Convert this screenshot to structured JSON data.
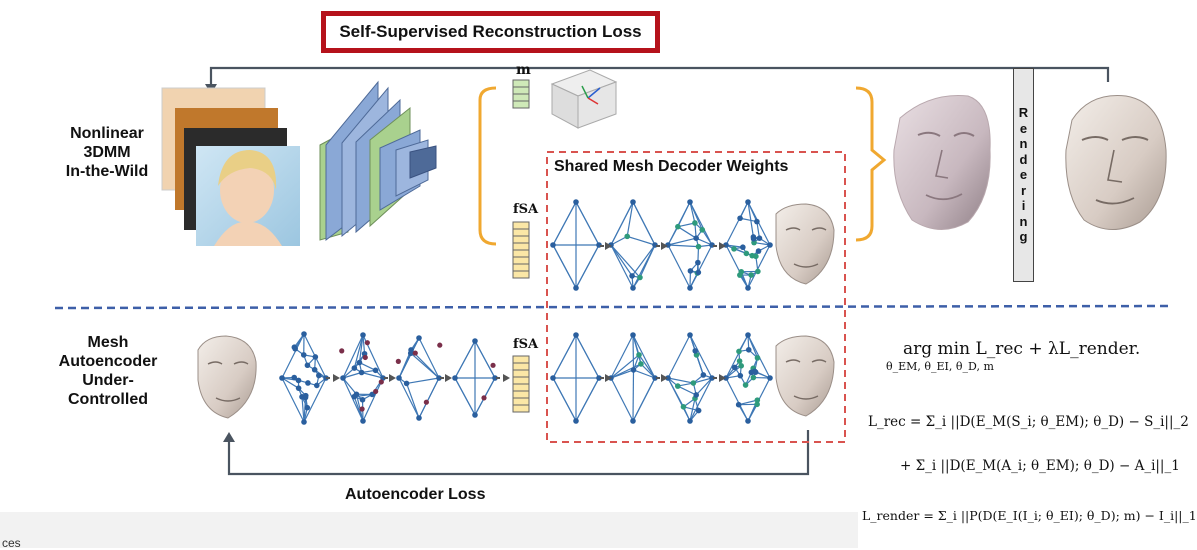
{
  "title_box": "Self-Supervised Reconstruction Loss",
  "labels": {
    "top": [
      "Nonlinear",
      "3DMM",
      "In-the-Wild"
    ],
    "bottom": [
      "Mesh",
      "Autoencoder",
      "Under-",
      "Controlled"
    ],
    "shared_decoder": "Shared Mesh Decoder Weights",
    "autoencoder_loss": "Autoencoder Loss",
    "rendering": [
      "R",
      "e",
      "n",
      "d",
      "e",
      "r",
      "i",
      "n",
      "g"
    ],
    "m_symbol": "m",
    "f_symbol_top": "fSA",
    "f_symbol_bottom": "fSA"
  },
  "equations": {
    "objective_main": "arg min   L_rec + λL_render.",
    "objective_sub": "θ_EM, θ_EI, θ_D, m",
    "lrec_line1": "L_rec = Σ_i ||D(E_M(S_i; θ_EM); θ_D) − S_i||_2",
    "lrec_line2": "+ Σ_i ||D(E_M(A_i; θ_EM); θ_D) − A_i||_1",
    "lrender_line": "L_render = Σ_i ||P(D(E_I(I_i; θ_EI); θ_D); m) − I_i||_1"
  },
  "footer": "ces",
  "colors": {
    "loss_box_border": "#b5121b",
    "dashed_divider": "#3d5fa8",
    "shared_box_dash": "#d9534f",
    "brace": "#f0a830",
    "mesh_edge": "#3f78b5",
    "mesh_node": "#2a5f9e",
    "mesh_node_green": "#2e9a7c",
    "outlier_node": "#7a2f4a",
    "feature_fill": "#fbe7a6",
    "m_fill": "#cfe9b8",
    "encoder_blue": "#8aa8d6",
    "encoder_green": "#a9d18e"
  }
}
